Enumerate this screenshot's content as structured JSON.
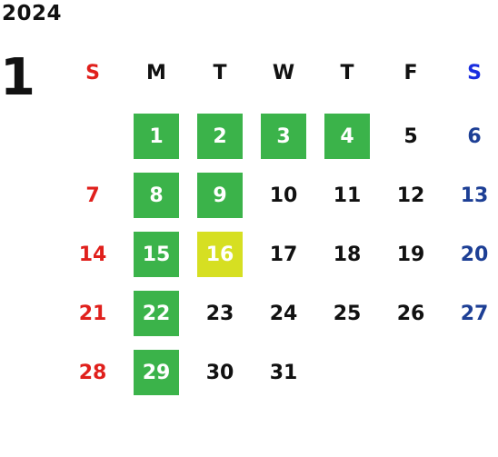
{
  "year": "2024",
  "month": "1",
  "weekdays": [
    "S",
    "M",
    "T",
    "W",
    "T",
    "F",
    "S"
  ],
  "colors": {
    "sunday": "#e0201c",
    "saturday": "#1d3f95",
    "saturday_header": "#1a2ee0",
    "highlight_green": "#3bb34a",
    "highlight_yellow": "#d6df22"
  },
  "weeks": [
    [
      {
        "day": ""
      },
      {
        "day": "1",
        "highlight": "green"
      },
      {
        "day": "2",
        "highlight": "green"
      },
      {
        "day": "3",
        "highlight": "green"
      },
      {
        "day": "4",
        "highlight": "green"
      },
      {
        "day": "5"
      },
      {
        "day": "6"
      }
    ],
    [
      {
        "day": "7"
      },
      {
        "day": "8",
        "highlight": "green"
      },
      {
        "day": "9",
        "highlight": "green"
      },
      {
        "day": "10"
      },
      {
        "day": "11"
      },
      {
        "day": "12"
      },
      {
        "day": "13"
      }
    ],
    [
      {
        "day": "14"
      },
      {
        "day": "15",
        "highlight": "green"
      },
      {
        "day": "16",
        "highlight": "yellow"
      },
      {
        "day": "17"
      },
      {
        "day": "18"
      },
      {
        "day": "19"
      },
      {
        "day": "20"
      }
    ],
    [
      {
        "day": "21"
      },
      {
        "day": "22",
        "highlight": "green"
      },
      {
        "day": "23"
      },
      {
        "day": "24"
      },
      {
        "day": "25"
      },
      {
        "day": "26"
      },
      {
        "day": "27"
      }
    ],
    [
      {
        "day": "28"
      },
      {
        "day": "29",
        "highlight": "green"
      },
      {
        "day": "30"
      },
      {
        "day": "31"
      },
      {
        "day": ""
      },
      {
        "day": ""
      },
      {
        "day": ""
      }
    ]
  ]
}
